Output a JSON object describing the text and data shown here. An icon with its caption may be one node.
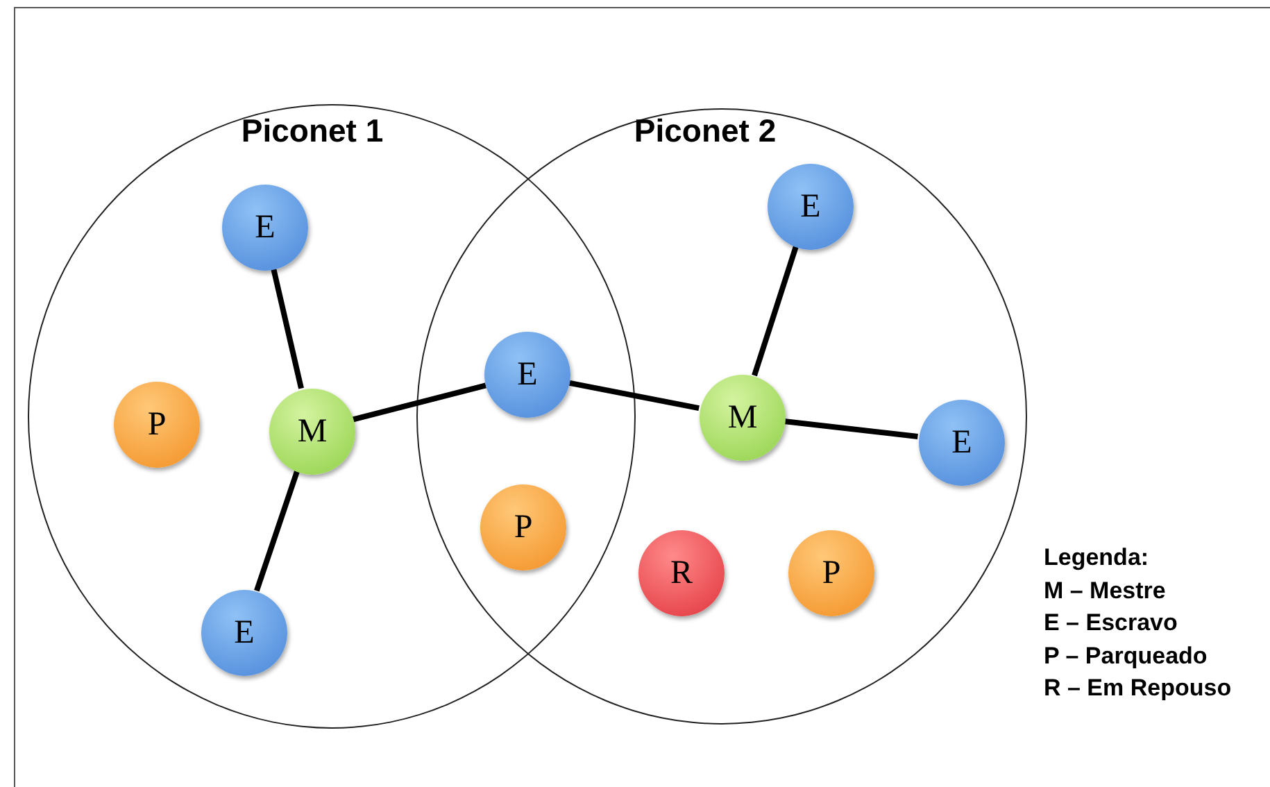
{
  "diagram": {
    "nodes": [
      {
        "text": [
          "Piconet 1"
        ]
      },
      {
        "text": [
          "Piconet 2"
        ]
      },
      {
        "text": [
          "E"
        ],
        "in": 0
      },
      {
        "text": [
          "E"
        ],
        "in": 1
      },
      {
        "text": [
          "E"
        ]
      },
      {
        "text": [
          "P"
        ],
        "in": 0
      },
      {
        "text": [
          "M"
        ],
        "in": 0
      },
      {
        "text": [
          "M"
        ],
        "in": 1
      },
      {
        "text": [
          "E"
        ],
        "in": 1
      },
      {
        "text": [
          "P"
        ]
      },
      {
        "text": [
          "R"
        ],
        "in": 1
      },
      {
        "text": [
          "P"
        ],
        "in": 1
      },
      {
        "text": [
          "E"
        ],
        "in": 0
      }
    ],
    "edges": [
      {
        "from": 2,
        "to": 6,
        "arrow": "none"
      },
      {
        "from": 6,
        "to": 12,
        "arrow": "none"
      },
      {
        "from": 6,
        "to": 4,
        "arrow": "none"
      },
      {
        "from": 4,
        "to": 7,
        "arrow": "none"
      },
      {
        "from": 7,
        "to": 3,
        "arrow": "none"
      },
      {
        "from": 7,
        "to": 8,
        "arrow": "none"
      }
    ],
    "labels": [
      "Legenda:",
      "M – Mestre",
      "E – Escravo",
      "P – Parqueado",
      "R – Em Repouso"
    ]
  }
}
